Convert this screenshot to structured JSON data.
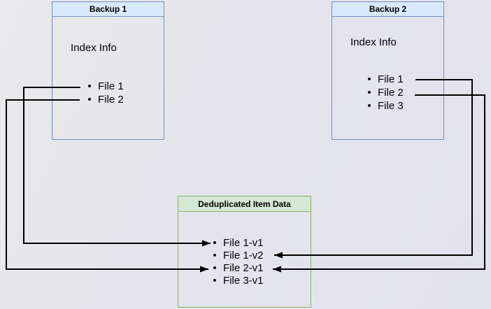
{
  "diagram": {
    "backup1": {
      "title": "Backup 1",
      "section_label": "Index Info",
      "files": [
        "File 1",
        "File 2"
      ]
    },
    "backup2": {
      "title": "Backup 2",
      "section_label": "Index Info",
      "files": [
        "File 1",
        "File 2",
        "File 3"
      ]
    },
    "dedup": {
      "title": "Deduplicated Item Data",
      "items": [
        "File 1-v1",
        "File 1-v2",
        "File 2-v1",
        "File 3-v1"
      ]
    },
    "connections": [
      {
        "from": "Backup 1 / File 1",
        "to": "File 1-v1"
      },
      {
        "from": "Backup 1 / File 2",
        "to": "File 2-v1"
      },
      {
        "from": "Backup 2 / File 1",
        "to": "File 1-v2"
      },
      {
        "from": "Backup 2 / File 2",
        "to": "File 2-v1"
      }
    ],
    "colors": {
      "backup_header_fill": "#dae8fc",
      "backup_border": "#6c8ebf",
      "dedup_header_fill": "#d5e8d4",
      "dedup_border": "#82b366",
      "connector": "#000000"
    }
  }
}
